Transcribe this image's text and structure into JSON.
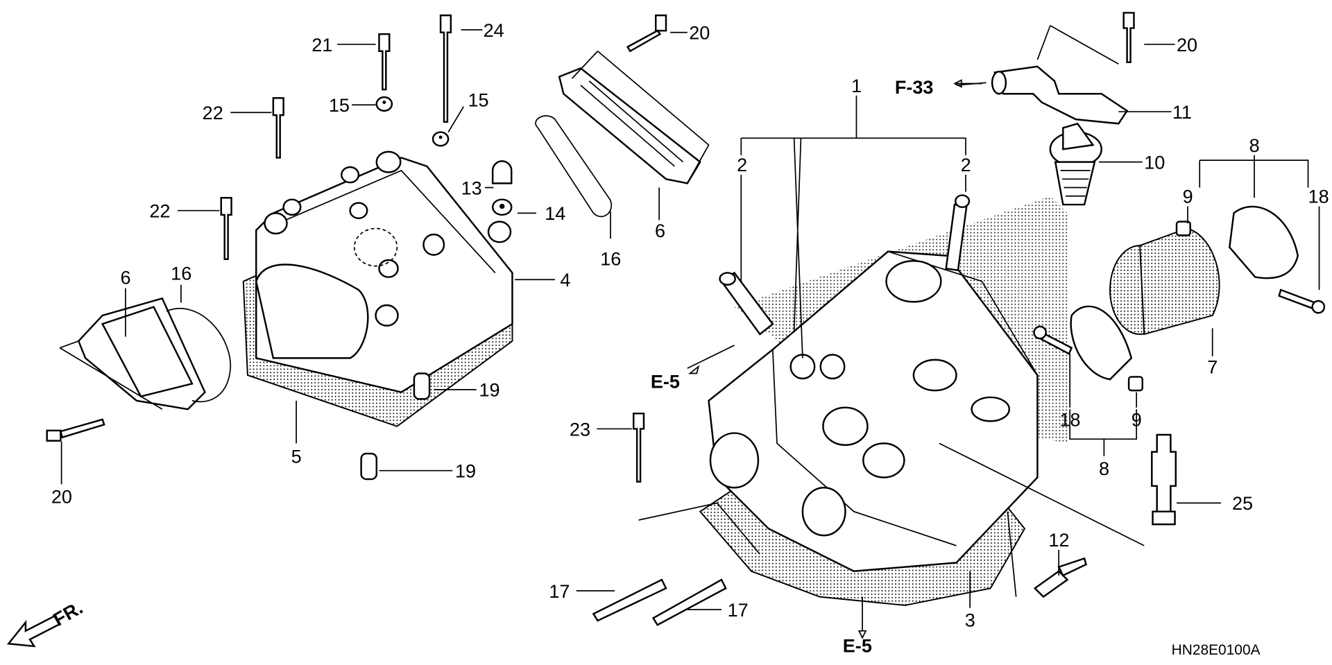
{
  "diagram_code": "HN28E0100A",
  "direction_marker": "FR.",
  "refs": {
    "f33": "F-33",
    "e5_left": "E-5",
    "e5_bottom": "E-5"
  },
  "callouts": {
    "c21": "21",
    "c24": "24",
    "c20_top": "20",
    "c22_a": "22",
    "c15_a": "15",
    "c15_b": "15",
    "c13": "13",
    "c14": "14",
    "c22_b": "22",
    "c6_left": "6",
    "c16_left": "16",
    "c16_right": "16",
    "c6_right": "6",
    "c4": "4",
    "c19_a": "19",
    "c5": "5",
    "c19_b": "19",
    "c20_left": "20",
    "c1": "1",
    "c2_left": "2",
    "c2_right": "2",
    "c20_right": "20",
    "c11": "11",
    "c10": "10",
    "c8_top": "8",
    "c9_top": "9",
    "c18_top": "18",
    "c7": "7",
    "c18_bottom": "18",
    "c9_bottom": "9",
    "c8_bottom": "8",
    "c23": "23",
    "c25": "25",
    "c12": "12",
    "c17_a": "17",
    "c17_b": "17",
    "c3": "3"
  }
}
